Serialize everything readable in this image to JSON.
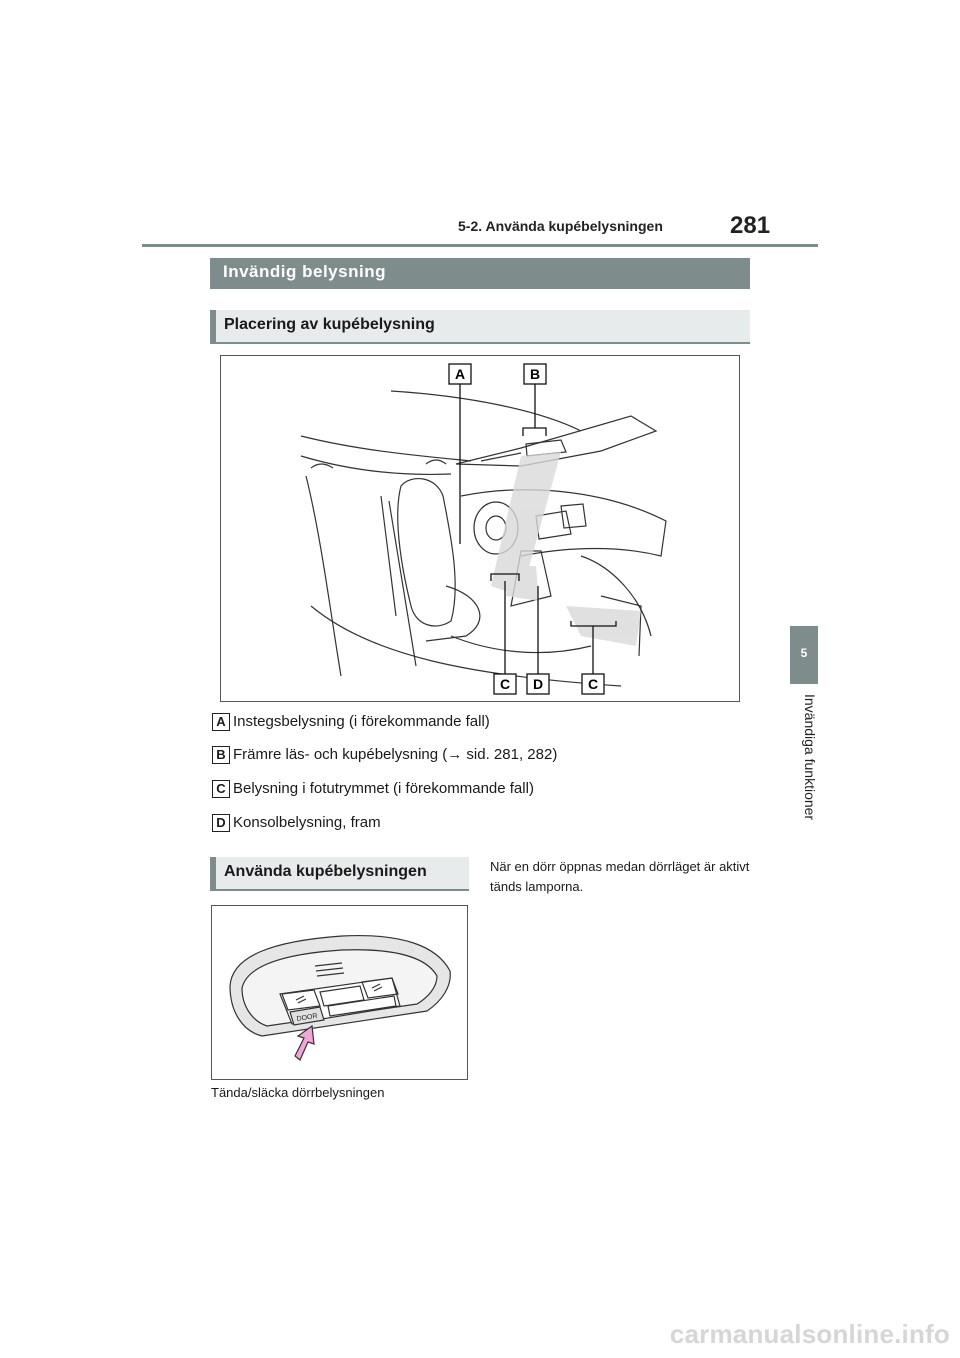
{
  "header": {
    "running_head": "5-2. Använda kupébelysningen",
    "page_number": "281"
  },
  "side_tab": {
    "chapter_number": "5",
    "chapter_label": "Invändiga funktioner"
  },
  "section": {
    "title": "Invändig belysning"
  },
  "subsections": [
    {
      "title": "Placering av kupébelysning"
    },
    {
      "title": "Använda kupébelysningen"
    }
  ],
  "figure1": {
    "callouts": [
      "A",
      "B",
      "C",
      "D",
      "C"
    ]
  },
  "legend": [
    {
      "key": "A",
      "text": "Instegsbelysning (i förekommande fall)"
    },
    {
      "key": "B",
      "text": "Främre läs- och kupébelysning (→ sid. 281, 282)"
    },
    {
      "key": "C",
      "text": "Belysning i fotutrymmet (i förekommande fall)"
    },
    {
      "key": "D",
      "text": "Konsolbelysning, fram"
    }
  ],
  "body_text": "När en dörr öppnas medan dörrläget är aktivt tänds lamporna.",
  "figure2": {
    "door_label": "DOOR",
    "caption": "Tända/släcka dörrbelysningen"
  },
  "watermark": "carmanualsonline.info",
  "colors": {
    "heading_gray": "#7f8c8c",
    "subheading_bg": "#e7ebeb",
    "arrow_pink": "#f2a6d8"
  }
}
